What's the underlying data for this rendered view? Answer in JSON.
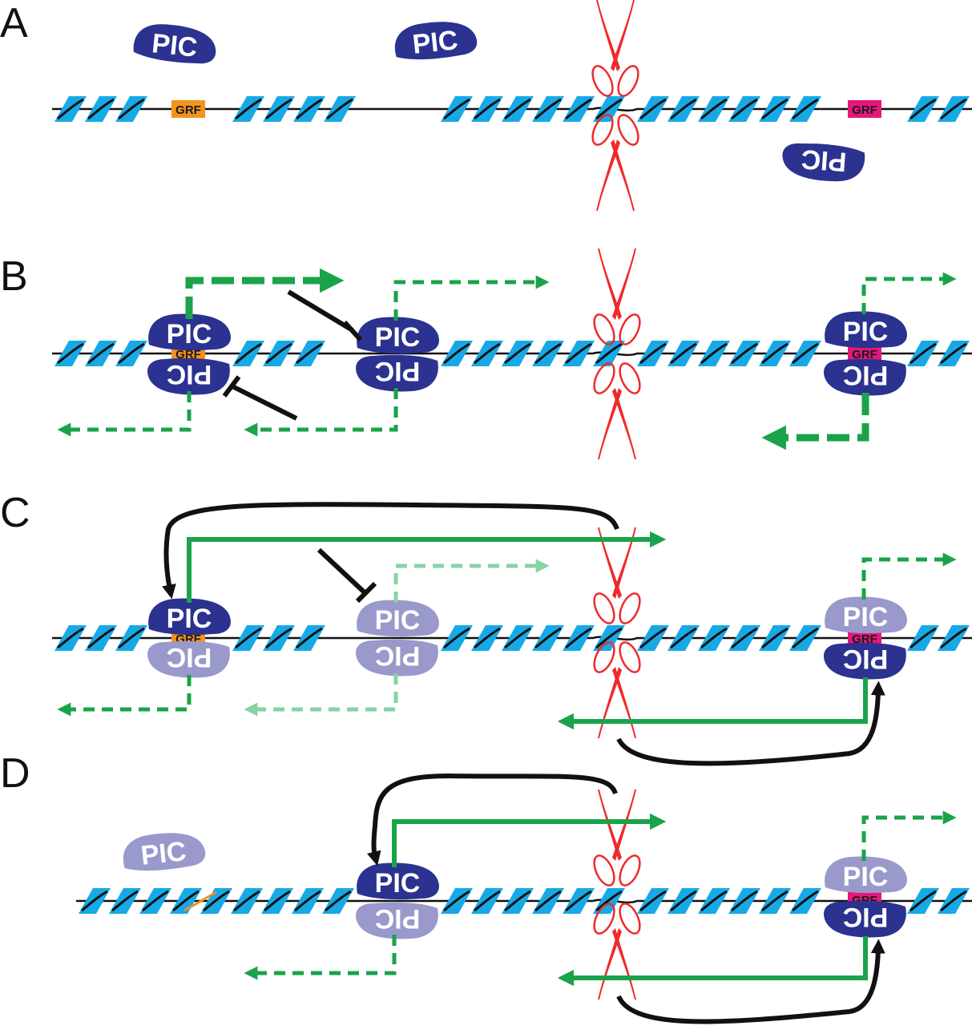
{
  "colors": {
    "nucleosome": "#17a9e6",
    "dna": "#111111",
    "pic_active": "#2b3290",
    "pic_inactive": "#9999cc",
    "grf_a": "#f2931e",
    "grf_b": "#e6177a",
    "transcript": "#1aa34a",
    "transcript_faint": "#86d3a4",
    "insulator": "#ee2a2a",
    "repress": "#111111"
  },
  "panels": [
    "A",
    "B",
    "C",
    "D"
  ],
  "pic_label": "PIC",
  "grf_label": "GRF",
  "icons": {
    "insulator": "scissors-icon",
    "pic": "pic-complex-icon"
  }
}
